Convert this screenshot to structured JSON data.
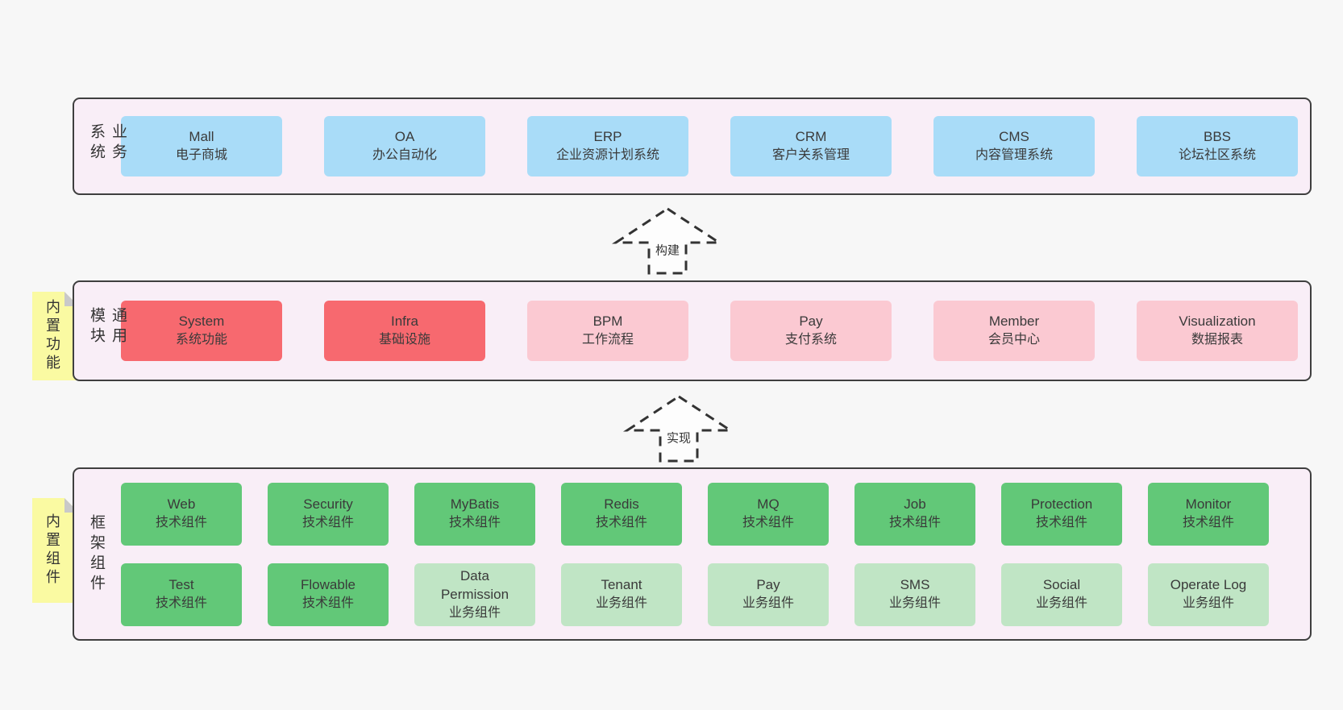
{
  "sections": [
    {
      "label": "业务系统",
      "rows": [
        [
          {
            "en": "Mall",
            "zh": "电子商城",
            "variant": "blue"
          },
          {
            "en": "OA",
            "zh": "办公自动化",
            "variant": "blue"
          },
          {
            "en": "ERP",
            "zh": "企业资源计划系统",
            "variant": "blue"
          },
          {
            "en": "CRM",
            "zh": "客户关系管理",
            "variant": "blue"
          },
          {
            "en": "CMS",
            "zh": "内容管理系统",
            "variant": "blue"
          },
          {
            "en": "BBS",
            "zh": "论坛社区系统",
            "variant": "blue"
          }
        ]
      ]
    },
    {
      "label": "通用模块",
      "rows": [
        [
          {
            "en": "System",
            "zh": "系统功能",
            "variant": "red"
          },
          {
            "en": "Infra",
            "zh": "基础设施",
            "variant": "red"
          },
          {
            "en": "BPM",
            "zh": "工作流程",
            "variant": "pink"
          },
          {
            "en": "Pay",
            "zh": "支付系统",
            "variant": "pink"
          },
          {
            "en": "Member",
            "zh": "会员中心",
            "variant": "pink"
          },
          {
            "en": "Visualization",
            "zh": "数据报表",
            "variant": "pink"
          }
        ]
      ]
    },
    {
      "label": "框架组件",
      "rows": [
        [
          {
            "en": "Web",
            "zh": "技术组件",
            "variant": "green"
          },
          {
            "en": "Security",
            "zh": "技术组件",
            "variant": "green"
          },
          {
            "en": "MyBatis",
            "zh": "技术组件",
            "variant": "green"
          },
          {
            "en": "Redis",
            "zh": "技术组件",
            "variant": "green"
          },
          {
            "en": "MQ",
            "zh": "技术组件",
            "variant": "green"
          },
          {
            "en": "Job",
            "zh": "技术组件",
            "variant": "green"
          },
          {
            "en": "Protection",
            "zh": "技术组件",
            "variant": "green"
          },
          {
            "en": "Monitor",
            "zh": "技术组件",
            "variant": "green"
          }
        ],
        [
          {
            "en": "Test",
            "zh": "技术组件",
            "variant": "green"
          },
          {
            "en": "Flowable",
            "zh": "技术组件",
            "variant": "green"
          },
          {
            "en": "Data Permission",
            "zh": "业务组件",
            "variant": "green-light"
          },
          {
            "en": "Tenant",
            "zh": "业务组件",
            "variant": "green-light"
          },
          {
            "en": "Pay",
            "zh": "业务组件",
            "variant": "green-light"
          },
          {
            "en": "SMS",
            "zh": "业务组件",
            "variant": "green-light"
          },
          {
            "en": "Social",
            "zh": "业务组件",
            "variant": "green-light"
          },
          {
            "en": "Operate Log",
            "zh": "业务组件",
            "variant": "green-light"
          }
        ]
      ]
    }
  ],
  "stickies": [
    {
      "text": "内置功能"
    },
    {
      "text": "内置组件"
    }
  ],
  "arrows": [
    {
      "label": "构建"
    },
    {
      "label": "实现"
    }
  ],
  "colors": {
    "blue": "#a9dcf8",
    "red": "#f7696f",
    "pink": "#fbc9d2",
    "green": "#62c878",
    "green_light": "#c0e5c5",
    "container_bg": "#f9eef7",
    "sticky": "#fafaa2",
    "sticky_fold": "#c9c9c9"
  }
}
